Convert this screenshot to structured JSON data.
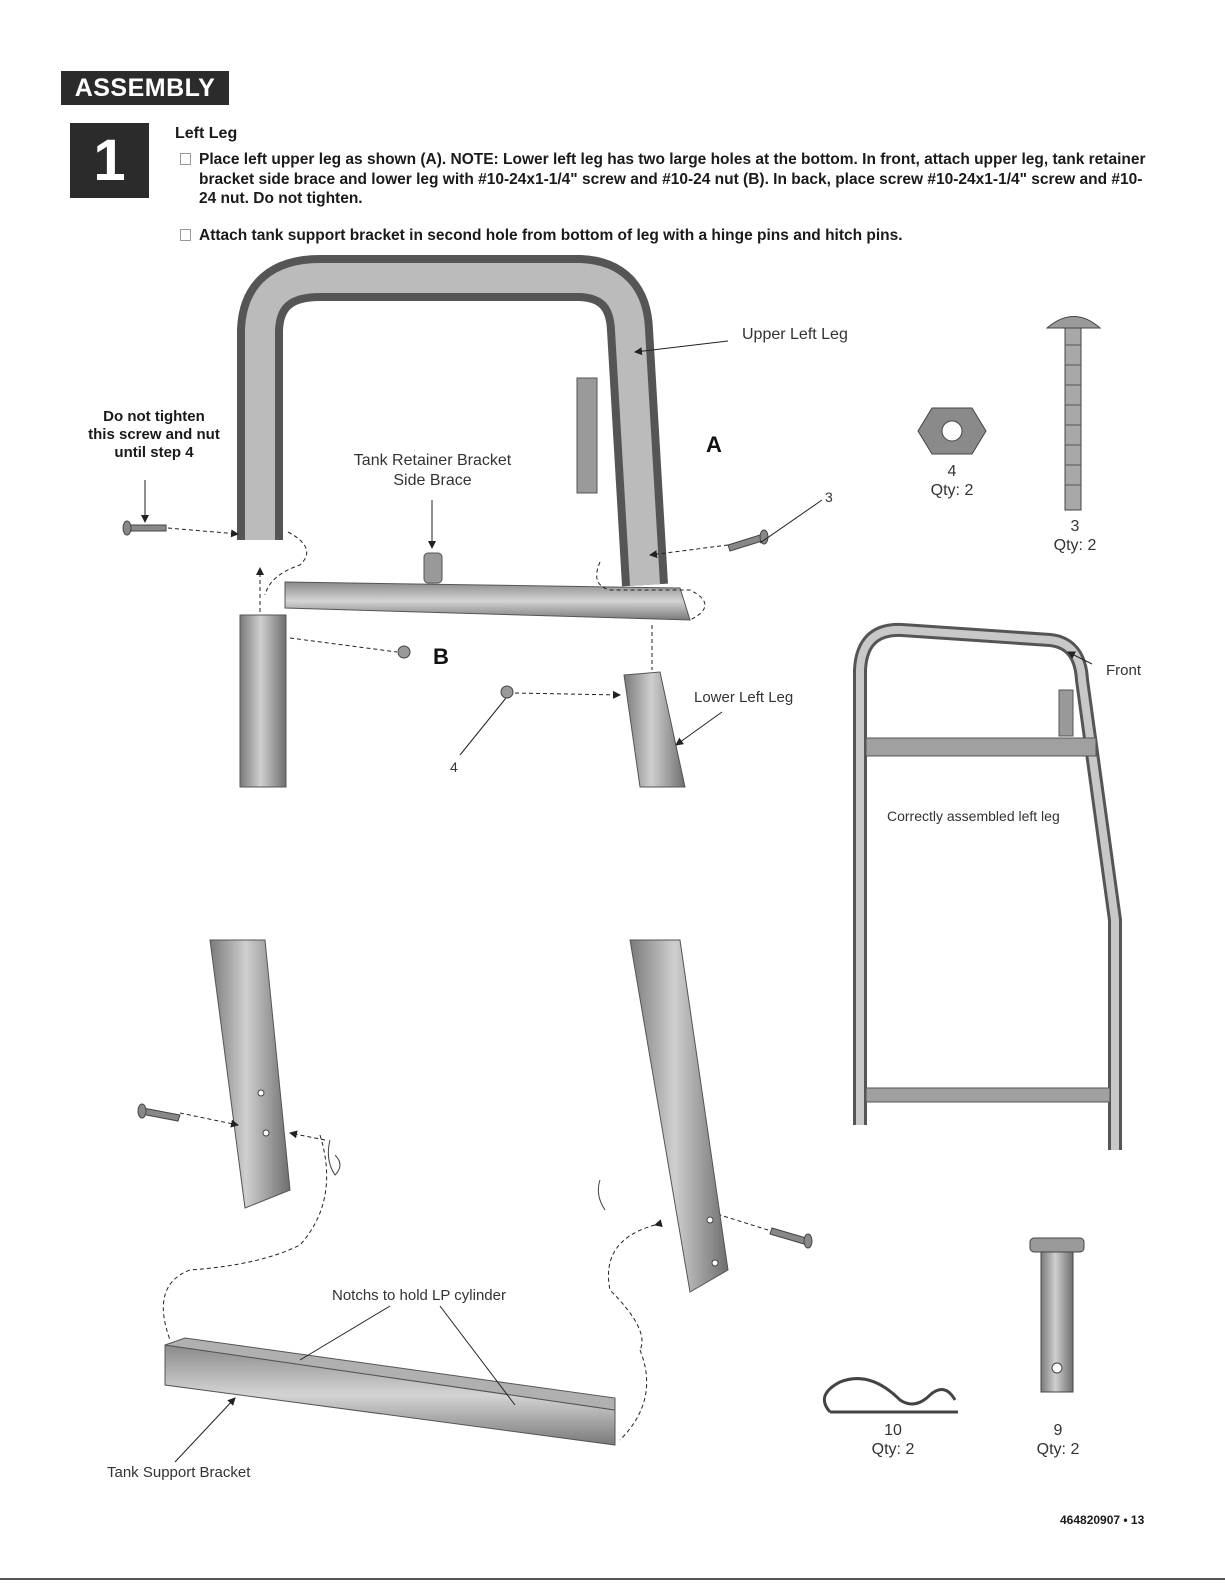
{
  "header": {
    "title": "ASSEMBLY"
  },
  "step": {
    "number": "1",
    "title": "Left Leg",
    "instructions": [
      "Place left upper leg as shown (A). NOTE: Lower left leg has two large holes at the bottom. In front, attach upper leg, tank retainer bracket side brace and lower leg with #10-24x1-1/4\" screw and #10-24 nut (B). In back, place screw #10-24x1-1/4\" screw and #10-24 nut. Do not tighten.",
      "Attach tank support bracket in second hole from bottom of leg with a hinge pins and hitch pins."
    ]
  },
  "callouts": {
    "upper_left_leg": "Upper Left Leg",
    "do_not_tighten": [
      "Do not tighten",
      "this screw and nut",
      "until step 4"
    ],
    "tank_retainer": [
      "Tank Retainer Bracket",
      "Side Brace"
    ],
    "view_a": "A",
    "view_b": "B",
    "screw_ref": "3",
    "nut_ref": "4",
    "lower_left_leg": "Lower Left Leg",
    "front": "Front",
    "correctly_assembled": "Correctly assembled left leg",
    "notches": "Notchs to hold LP cylinder",
    "tank_support_bracket": "Tank Support Bracket"
  },
  "parts": [
    {
      "number": "4",
      "qty": "Qty: 2",
      "icon": "hex-nut-icon"
    },
    {
      "number": "3",
      "qty": "Qty: 2",
      "icon": "screw-icon"
    },
    {
      "number": "10",
      "qty": "Qty: 2",
      "icon": "hitch-pin-icon"
    },
    {
      "number": "9",
      "qty": "Qty: 2",
      "icon": "hinge-pin-icon"
    }
  ],
  "footer": {
    "page": "464820907 • 13"
  }
}
